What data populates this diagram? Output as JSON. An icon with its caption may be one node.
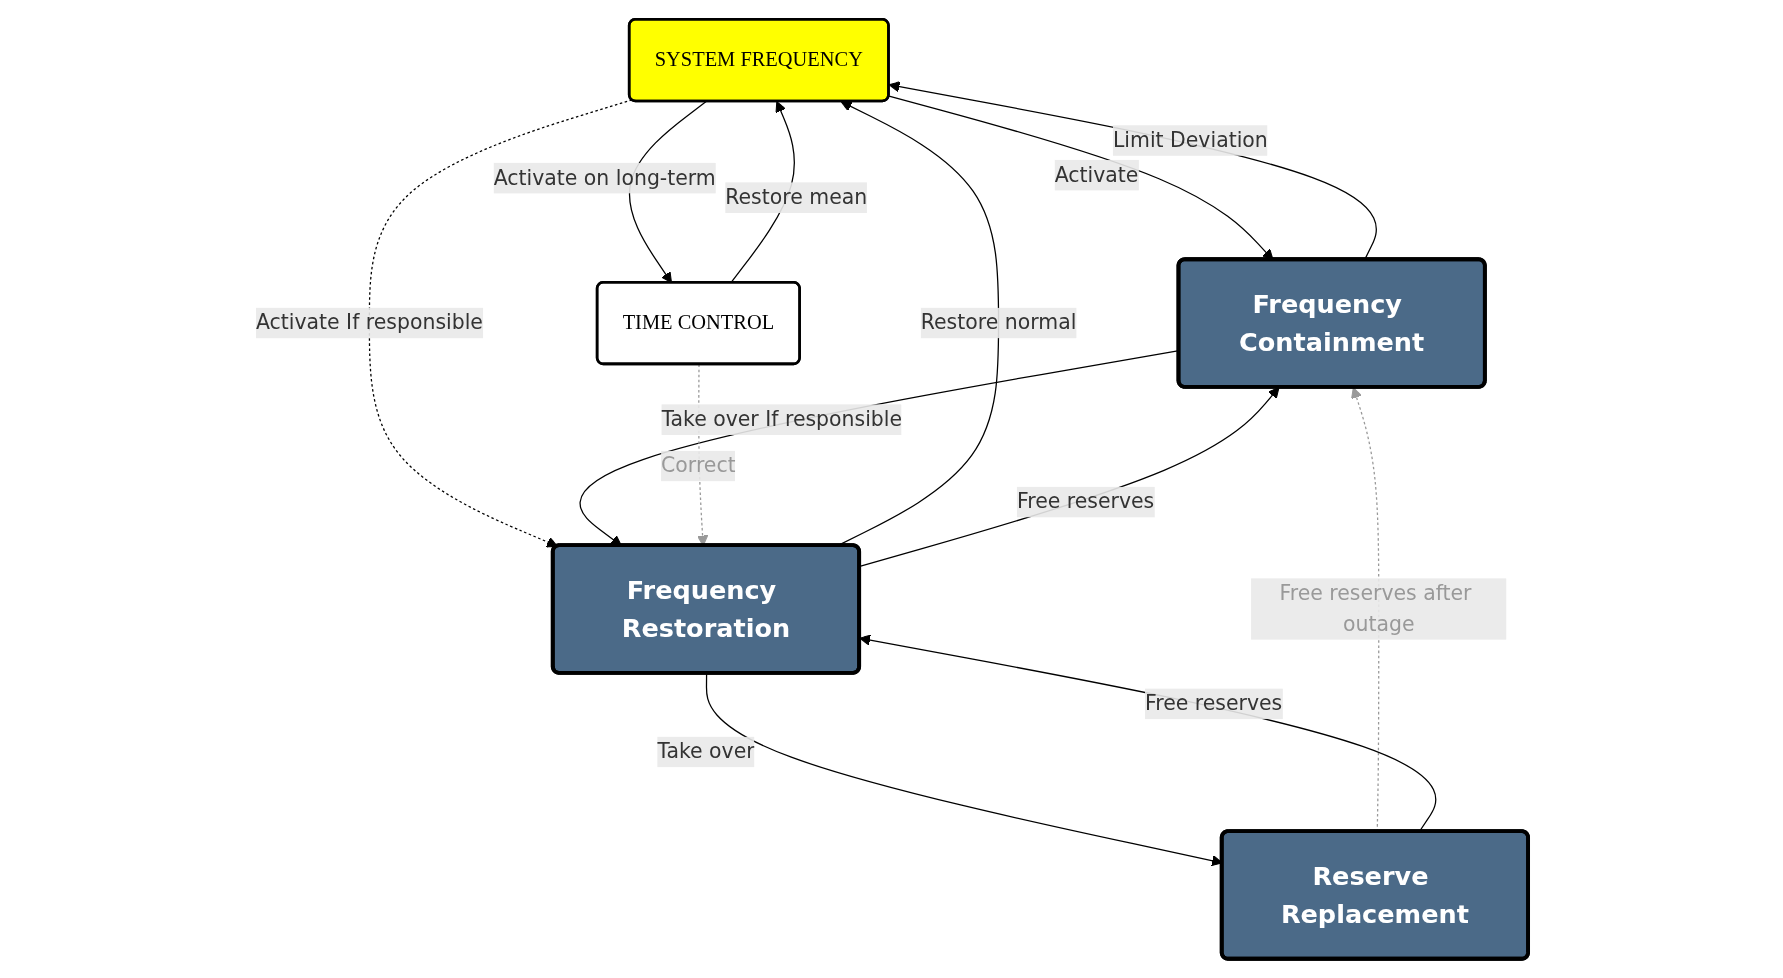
{
  "diagram": {
    "nodes": [
      {
        "text": [
          "SYSTEM FREQUENCY"
        ]
      },
      {
        "text": [
          "Frequency Containment"
        ]
      },
      {
        "text": [
          "Frequency Restoration"
        ]
      },
      {
        "text": [
          "Reserve Replacement"
        ]
      },
      {
        "text": [
          "TIME CONTROL"
        ]
      }
    ],
    "edges": [
      {
        "from": 4,
        "to": 0,
        "arrow": "to",
        "label": "Restore mean"
      },
      {
        "from": 2,
        "to": 0,
        "arrow": "to",
        "label": "Restore normal"
      },
      {
        "from": 1,
        "to": 0,
        "arrow": "to",
        "label": "Limit Deviation"
      },
      {
        "from": 0,
        "to": 1,
        "arrow": "to",
        "label": "Activate"
      },
      {
        "from": 2,
        "to": 1,
        "arrow": "to",
        "label": "Free reserves"
      },
      {
        "from": 3,
        "to": 1,
        "arrow": "to",
        "label": "Free reserves after outage",
        "style": "dashed",
        "color": "#999999"
      },
      {
        "from": 0,
        "to": 2,
        "arrow": "to",
        "label": "Activate If responsible",
        "style": "dashed"
      },
      {
        "from": 1,
        "to": 2,
        "arrow": "to",
        "label": "Take over If responsible"
      },
      {
        "from": 4,
        "to": 2,
        "arrow": "to",
        "label": "Correct",
        "style": "dashed",
        "color": "#999999"
      },
      {
        "from": 3,
        "to": 2,
        "arrow": "to",
        "label": "Free reserves"
      },
      {
        "from": 2,
        "to": 3,
        "arrow": "to",
        "label": "Take over"
      },
      {
        "from": 0,
        "to": 4,
        "arrow": "to",
        "label": "Activate on long-term"
      }
    ]
  }
}
